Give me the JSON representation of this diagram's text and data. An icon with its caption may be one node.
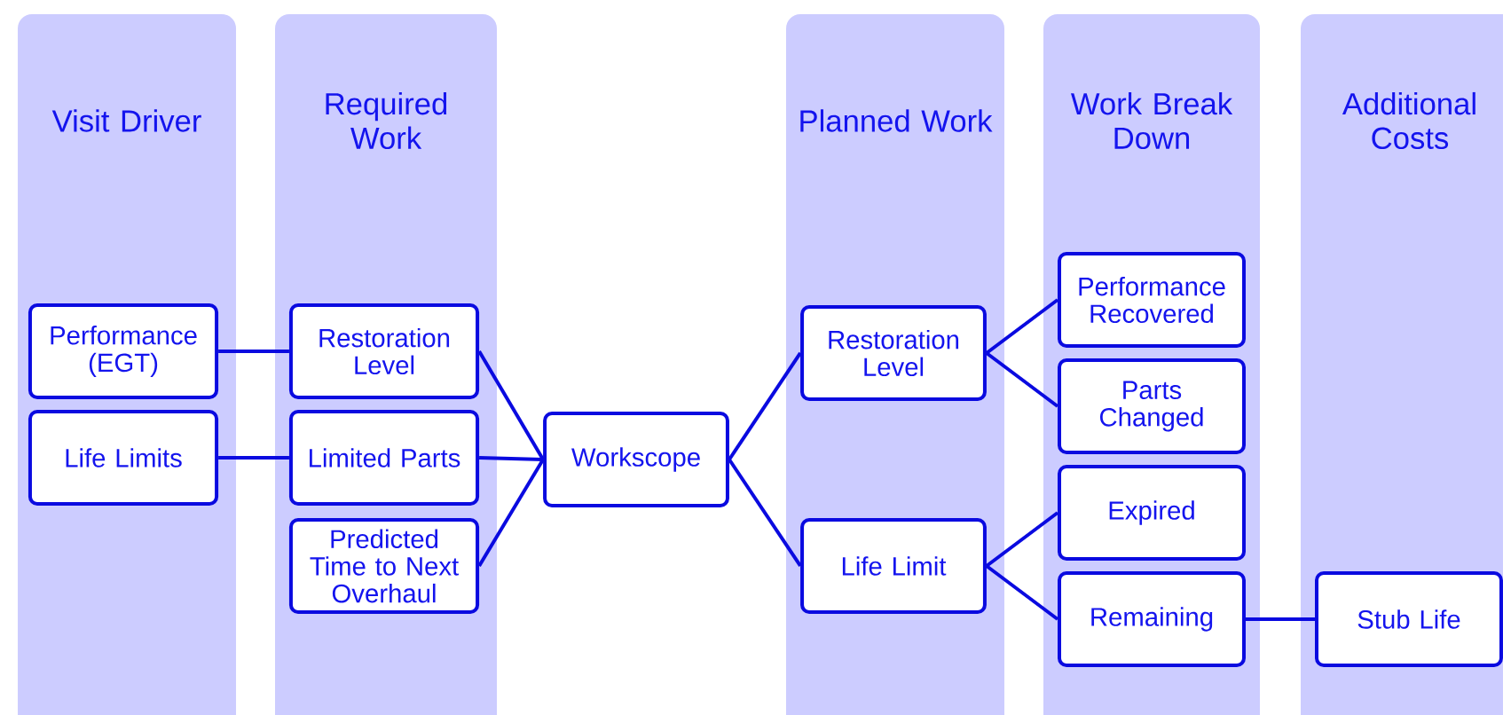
{
  "diagram": {
    "nodes": [
      {
        "text": [
          "Visit Driver"
        ]
      },
      {
        "text": [
          "Performance (EGT)"
        ],
        "in": 0
      },
      {
        "text": [
          "Life Limits"
        ],
        "in": 0
      },
      {
        "text": [
          "Required Work"
        ]
      },
      {
        "text": [
          "Restoration Level"
        ],
        "in": 3
      },
      {
        "text": [
          "Limited Parts"
        ],
        "in": 3
      },
      {
        "text": [
          "Predicted Time to Next Overhaul"
        ],
        "in": 3
      },
      {
        "text": [
          "Workscope"
        ]
      },
      {
        "text": [
          "Planned Work"
        ]
      },
      {
        "text": [
          "Restoration Level"
        ],
        "in": 8
      },
      {
        "text": [
          "Life Limit"
        ],
        "in": 8
      },
      {
        "text": [
          "Work Break Down"
        ]
      },
      {
        "text": [
          "Performance Recovered"
        ],
        "in": 11
      },
      {
        "text": [
          "Parts Changed"
        ],
        "in": 11
      },
      {
        "text": [
          "Expired"
        ],
        "in": 11
      },
      {
        "text": [
          "Remaining"
        ],
        "in": 11
      },
      {
        "text": [
          "Additional Costs"
        ]
      },
      {
        "text": [
          "Stub Life"
        ],
        "in": 16
      }
    ],
    "edges": [
      {
        "from": 1,
        "to": 4,
        "arrow": "none"
      },
      {
        "from": 2,
        "to": 5,
        "arrow": "none"
      },
      {
        "from": 4,
        "to": 7,
        "arrow": "none"
      },
      {
        "from": 5,
        "to": 7,
        "arrow": "none"
      },
      {
        "from": 6,
        "to": 7,
        "arrow": "none"
      },
      {
        "from": 7,
        "to": 9,
        "arrow": "none"
      },
      {
        "from": 7,
        "to": 10,
        "arrow": "none"
      },
      {
        "from": 9,
        "to": 12,
        "arrow": "none"
      },
      {
        "from": 9,
        "to": 13,
        "arrow": "none"
      },
      {
        "from": 10,
        "to": 14,
        "arrow": "none"
      },
      {
        "from": 10,
        "to": 15,
        "arrow": "none"
      },
      {
        "from": 15,
        "to": 17,
        "arrow": "none"
      }
    ]
  }
}
